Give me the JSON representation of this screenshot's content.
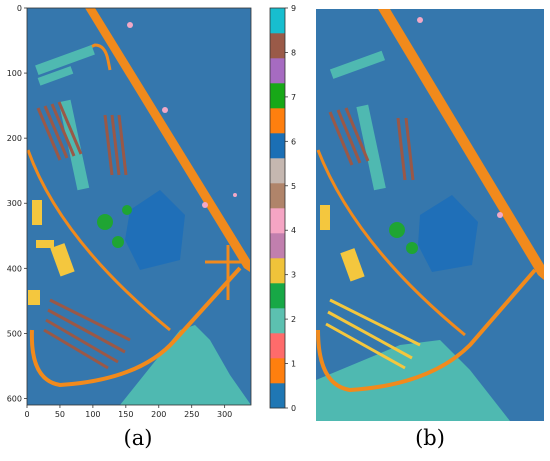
{
  "chart_data": [
    {
      "type": "heatmap",
      "panel_label": "(a)",
      "x_ticks": [
        0,
        50,
        100,
        150,
        200,
        250,
        300
      ],
      "y_ticks": [
        0,
        100,
        200,
        300,
        400,
        500,
        600
      ],
      "xlim": [
        0,
        340
      ],
      "ylim": [
        610,
        0
      ],
      "grid": false,
      "colorbar": {
        "ticks": [
          0,
          1,
          2,
          3,
          4,
          5,
          6,
          7,
          8,
          9
        ],
        "colors": [
          "#1f77b4",
          "#ff7f0e",
          "#ff6b6b",
          "#5cc0b0",
          "#17a846",
          "#f0c33a",
          "#c17fae",
          "#f5a5c4",
          "#b0846a",
          "#c5b7b0",
          "#1b6fb5",
          "#ff7f0e",
          "#17a817",
          "#a66bc1",
          "#9a5a48",
          "#17becf"
        ]
      },
      "classes": [
        {
          "id": 0,
          "color": "#3577ad"
        },
        {
          "id": 1,
          "color": "#f18a1c"
        },
        {
          "id": 2,
          "color": "#4fb9b1"
        },
        {
          "id": 3,
          "color": "#f4c73e"
        },
        {
          "id": 4,
          "color": "#f2a8c6"
        },
        {
          "id": 6,
          "color": "#1f6fb8"
        },
        {
          "id": 7,
          "color": "#1fa533"
        },
        {
          "id": 8,
          "color": "#9a5847"
        }
      ]
    },
    {
      "type": "heatmap",
      "panel_label": "(b)",
      "grid": false
    }
  ]
}
